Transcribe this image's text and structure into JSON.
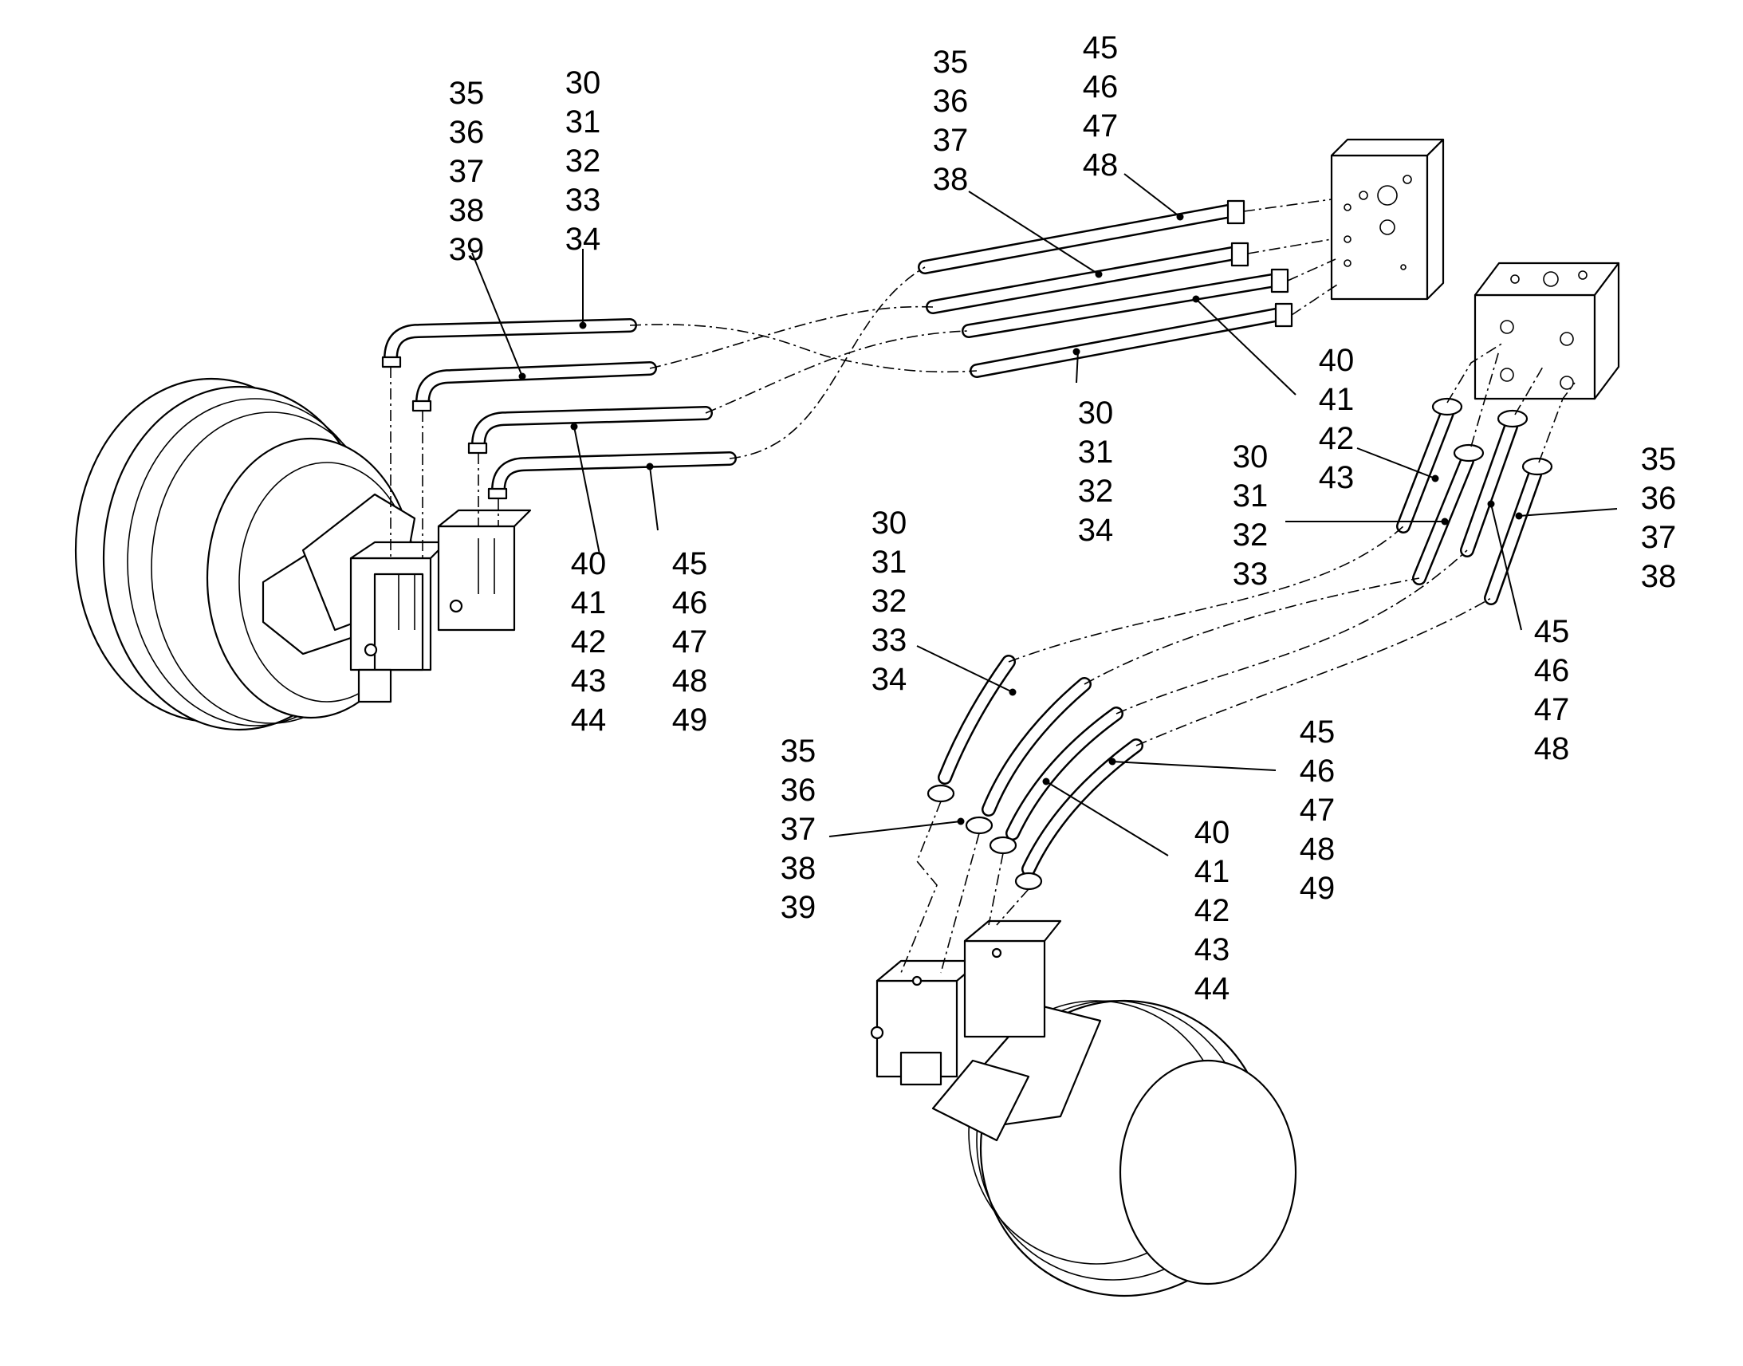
{
  "callouts": [
    {
      "id": "c1",
      "numbers": [
        "35",
        "36",
        "37",
        "38",
        "39"
      ]
    },
    {
      "id": "c2",
      "numbers": [
        "30",
        "31",
        "32",
        "33",
        "34"
      ]
    },
    {
      "id": "c3",
      "numbers": [
        "35",
        "36",
        "37",
        "38"
      ]
    },
    {
      "id": "c4",
      "numbers": [
        "45",
        "46",
        "47",
        "48"
      ]
    },
    {
      "id": "c5",
      "numbers": [
        "40",
        "41",
        "42",
        "43",
        "44"
      ]
    },
    {
      "id": "c6",
      "numbers": [
        "45",
        "46",
        "47",
        "48",
        "49"
      ]
    },
    {
      "id": "c7",
      "numbers": [
        "30",
        "31",
        "32",
        "34"
      ]
    },
    {
      "id": "c8",
      "numbers": [
        "40",
        "41",
        "42",
        "43"
      ]
    },
    {
      "id": "c9",
      "numbers": [
        "30",
        "31",
        "32",
        "33"
      ]
    },
    {
      "id": "c10",
      "numbers": [
        "35",
        "36",
        "37",
        "38"
      ]
    },
    {
      "id": "c11",
      "numbers": [
        "45",
        "46",
        "47",
        "48"
      ]
    },
    {
      "id": "c12",
      "numbers": [
        "30",
        "31",
        "32",
        "33",
        "34"
      ]
    },
    {
      "id": "c13",
      "numbers": [
        "35",
        "36",
        "37",
        "38",
        "39"
      ]
    },
    {
      "id": "c14",
      "numbers": [
        "45",
        "46",
        "47",
        "48",
        "49"
      ]
    },
    {
      "id": "c15",
      "numbers": [
        "40",
        "41",
        "42",
        "43",
        "44"
      ]
    }
  ]
}
